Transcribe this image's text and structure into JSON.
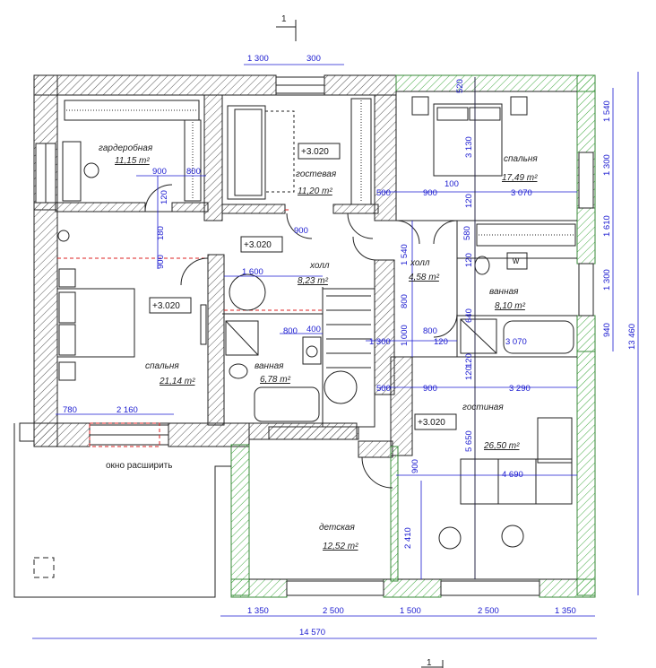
{
  "section_mark": "1",
  "rooms": [
    {
      "id": "wardrobe",
      "name": "гардеробная",
      "area": "11,15 m²"
    },
    {
      "id": "guest",
      "name": "гостевая",
      "area": "11,20 m²"
    },
    {
      "id": "bedroom_ne",
      "name": "спальня",
      "area": "17,49 m²"
    },
    {
      "id": "hall",
      "name": "холл",
      "area": "8,23 m²"
    },
    {
      "id": "hall2",
      "name": "холл",
      "area": "4,58 m²"
    },
    {
      "id": "bath_e",
      "name": "ванная",
      "area": "8,10 m²"
    },
    {
      "id": "bedroom_w",
      "name": "спальня",
      "area": "21,14 m²"
    },
    {
      "id": "bath_c",
      "name": "ванная",
      "area": "6,78 m²"
    },
    {
      "id": "living",
      "name": "гостиная",
      "area": "26,50 m²"
    },
    {
      "id": "kids",
      "name": "детская",
      "area": "12,52 m²"
    }
  ],
  "levels": [
    "+3.020",
    "+3.020",
    "+3.020",
    "+3.020"
  ],
  "note": "окно расширить",
  "washer": "w",
  "dims": {
    "top": [
      "1 300",
      "300"
    ],
    "bottom": [
      "1 350",
      "2 500",
      "1 500",
      "2 500",
      "1 350"
    ],
    "overall_width": "14 570",
    "right": [
      "1 540",
      "1 300",
      "1 610",
      "1 300",
      "940"
    ],
    "overall_height": "13 460",
    "inner": [
      "900",
      "800",
      "120",
      "180",
      "900",
      "900",
      "1 600",
      "800",
      "400",
      "500",
      "900",
      "100",
      "3 070",
      "120",
      "580",
      "1 540",
      "800",
      "1 000",
      "1 300",
      "120",
      "3 070",
      "640",
      "120",
      "120",
      "500",
      "900",
      "3 290",
      "5 650",
      "3 130",
      "120",
      "900",
      "2 410",
      "4 690",
      "780",
      "2 160",
      "800",
      "520"
    ]
  }
}
